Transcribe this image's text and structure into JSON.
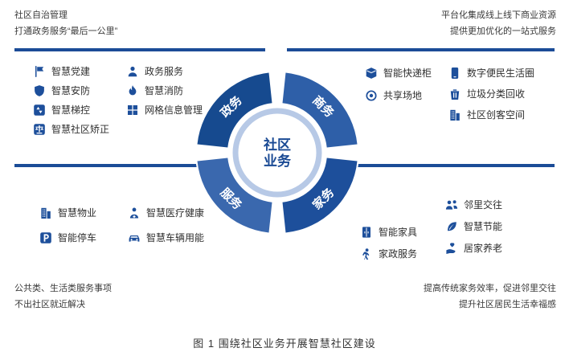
{
  "colors": {
    "accent": "#1b4c97",
    "text": "#333333"
  },
  "notes": {
    "top_left": {
      "line1": "社区自治管理",
      "line2": "打通政务服务“最后一公里”"
    },
    "top_right": {
      "line1": "平台化集成线上线下商业资源",
      "line2": "提供更加优化的一站式服务"
    },
    "bottom_left": {
      "line1": "公共类、生活类服务事项",
      "line2": "不出社区就近解决"
    },
    "bottom_right": {
      "line1": "提高传统家务效率，促进邻里交往",
      "line2": "提升社区居民生活幸福感"
    }
  },
  "ring": {
    "labels": {
      "top_left": "政务",
      "top_right": "商务",
      "bottom_left": "服务",
      "bottom_right": "家务"
    },
    "colors": {
      "nw": "#164a8f",
      "ne": "#2e5fa8",
      "sw": "#3a68ae",
      "se": "#1d4f9b",
      "inner_ring": "#b7c9e6",
      "center_text": "#1a4a94"
    }
  },
  "center": {
    "line1": "社区",
    "line2": "业务"
  },
  "panels": {
    "gov": {
      "col1": [
        {
          "label": "智慧党建",
          "icon": "party-flag-icon"
        },
        {
          "label": "智慧安防",
          "icon": "shield-icon"
        },
        {
          "label": "智慧梯控",
          "icon": "elevator-icon"
        },
        {
          "label": "智慧社区矫正",
          "icon": "justice-icon"
        }
      ],
      "col2": [
        {
          "label": "政务服务",
          "icon": "person-icon"
        },
        {
          "label": "智慧消防",
          "icon": "fire-icon"
        },
        {
          "label": "网格信息管理",
          "icon": "grid-icon"
        }
      ]
    },
    "biz": {
      "col1": [
        {
          "label": "智能快递柜",
          "icon": "parcel-icon"
        },
        {
          "label": "共享场地",
          "icon": "target-icon"
        }
      ],
      "col2": [
        {
          "label": "数字便民生活圈",
          "icon": "phone-icon"
        },
        {
          "label": "垃圾分类回收",
          "icon": "recycle-bin-icon"
        },
        {
          "label": "社区创客空间",
          "icon": "building-icon"
        }
      ]
    },
    "svc": {
      "col1": [
        {
          "label": "智慧物业",
          "icon": "building-icon"
        },
        {
          "label": "智能停车",
          "icon": "parking-icon"
        }
      ],
      "col2": [
        {
          "label": "智慧医疗健康",
          "icon": "medical-icon"
        },
        {
          "label": "智慧车辆用能",
          "icon": "car-icon"
        }
      ]
    },
    "home": {
      "col1": [
        {
          "label": "智能家具",
          "icon": "furniture-icon"
        },
        {
          "label": "家政服务",
          "icon": "housekeeper-icon"
        }
      ],
      "col2": [
        {
          "label": "邻里交往",
          "icon": "people-icon"
        },
        {
          "label": "智慧节能",
          "icon": "energy-icon"
        },
        {
          "label": "居家养老",
          "icon": "elder-care-icon"
        }
      ]
    }
  },
  "caption": "图 1  围绕社区业务开展智慧社区建设"
}
